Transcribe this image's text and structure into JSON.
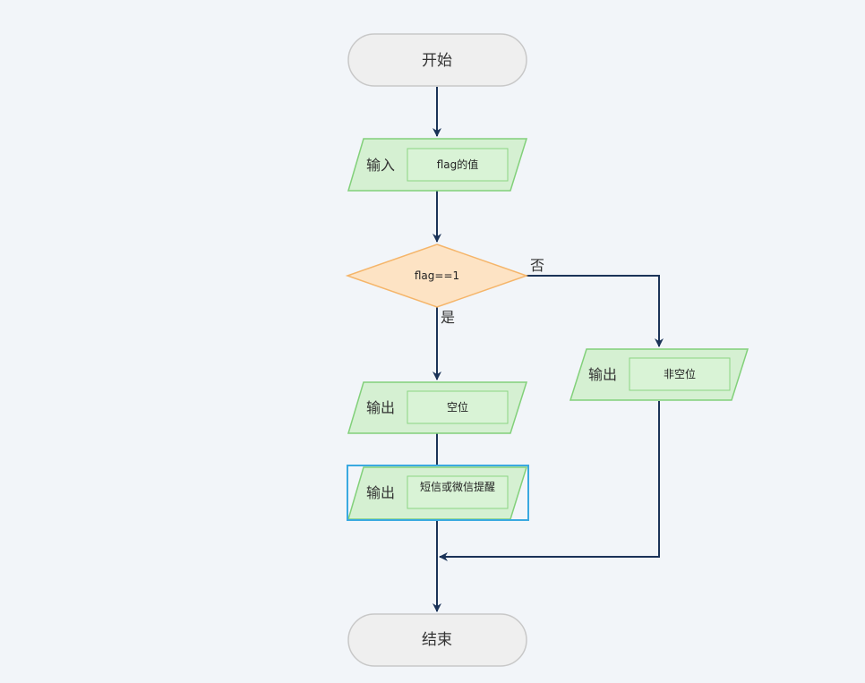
{
  "nodes": {
    "start": {
      "label": "开始"
    },
    "input_flag": {
      "prefix": "输入",
      "label": "flag的值"
    },
    "decision": {
      "label": "flag==1"
    },
    "output_empty": {
      "prefix": "输出",
      "label": "空位"
    },
    "output_not_empty": {
      "prefix": "输出",
      "label": "非空位"
    },
    "output_notify": {
      "prefix": "输出",
      "label": "短信或微信提醒"
    },
    "end": {
      "label": "结束"
    }
  },
  "edges": {
    "yes_label": "是",
    "no_label": "否"
  },
  "colors": {
    "background": "#f2f5f9",
    "terminal_fill": "#efefef",
    "terminal_stroke": "#c8c8c8",
    "io_fill": "#d5f0d2",
    "io_stroke": "#82d07a",
    "inner_fill": "#d9f3d6",
    "inner_stroke": "#8ad583",
    "decision_fill": "#fde3c4",
    "decision_stroke": "#f5b56a",
    "arrow": "#1b3358",
    "selection": "#3aa9e0",
    "text": "#333333"
  }
}
